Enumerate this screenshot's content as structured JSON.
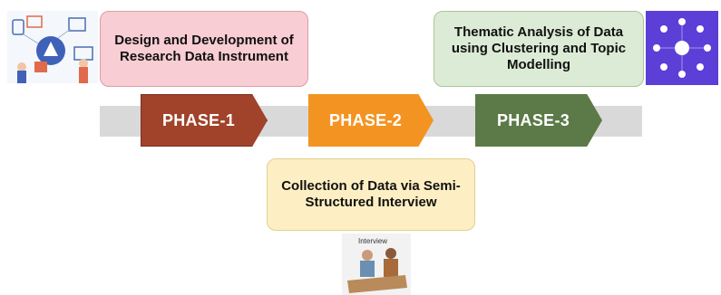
{
  "phases": [
    {
      "label": "PHASE-1",
      "color": "#a0432a"
    },
    {
      "label": "PHASE-2",
      "color": "#f39422"
    },
    {
      "label": "PHASE-3",
      "color": "#5b7a47"
    }
  ],
  "boxes": {
    "phase1": "Design and Development of Research Data Instrument",
    "phase2": "Collection of Data via Semi-Structured Interview",
    "phase3": "Thematic Analysis of Data using Clustering and Topic Modelling"
  },
  "images": {
    "interview_label": "Interview"
  },
  "colors": {
    "band": "#d9d9d9",
    "box1_fill": "#f8cdd3",
    "box2_fill": "#dcebd5",
    "box3_fill": "#fdefc3",
    "cluster_bg": "#5b3fd6"
  }
}
